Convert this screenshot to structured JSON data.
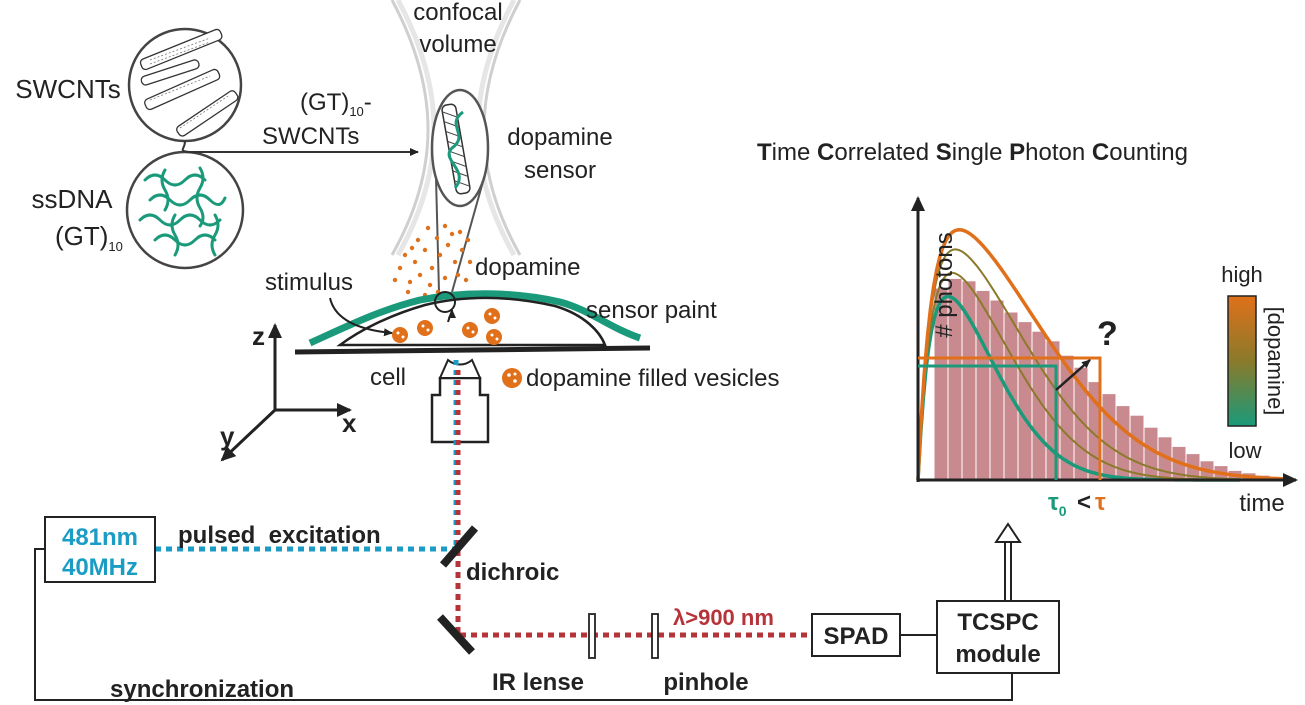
{
  "labels": {
    "confocal_line1": "confocal",
    "confocal_line2": "volume",
    "swcnts": "SWCNTs",
    "gt10_swcnts_line1": "(GT)",
    "gt10_swcnts_sub": "10",
    "gt10_swcnts_dash": "-",
    "gt10_swcnts_line2": "SWCNTs",
    "ssdna_line1": "ssDNA",
    "ssdna_line2": "(GT)",
    "ssdna_sub": "10",
    "dopamine_sensor_line1": "dopamine",
    "dopamine_sensor_line2": "sensor",
    "dopamine": "dopamine",
    "stimulus": "stimulus",
    "sensor_paint": "sensor paint",
    "cell": "cell",
    "vesicles": "dopamine filled vesicles",
    "axis_z": "z",
    "axis_x": "x",
    "axis_y": "y",
    "laser_line1": "481nm",
    "laser_line2": "40MHz",
    "pulsed_excitation": "pulsed  excitation",
    "dichroic": "dichroic",
    "wavelength": "λ>900 nm",
    "spad": "SPAD",
    "tcspc_line1": "TCSPC",
    "tcspc_line2": "module",
    "ir_lense": "IR lense",
    "pinhole": "pinhole",
    "synchronization": "synchronization"
  },
  "tcspc_title": [
    {
      "initial": "T",
      "rest": "ime "
    },
    {
      "initial": "C",
      "rest": "orrelated "
    },
    {
      "initial": "S",
      "rest": "ingle "
    },
    {
      "initial": "P",
      "rest": "hoton "
    },
    {
      "initial": "C",
      "rest": "ounting"
    }
  ],
  "chart": {
    "ylabel": "# photons",
    "xlabel": "time",
    "question": "?",
    "tau0": "τ",
    "tau0_sub": "0",
    "lt": "<",
    "tau": "τ",
    "colorbar_high": "high",
    "colorbar_low": "low",
    "colorbar_label": "[dopamine]"
  },
  "colors": {
    "green": "#1a9a7a",
    "orange": "#e0701a",
    "olive": "#8a7a2a",
    "blue": "#1b9cc4",
    "red": "#b5343a",
    "hist": "#c98a8f"
  },
  "histogram_counts": [
    0.8,
    0.84,
    0.83,
    0.79,
    0.75,
    0.7,
    0.66,
    0.62,
    0.58,
    0.52,
    0.47,
    0.41,
    0.36,
    0.31,
    0.27,
    0.22,
    0.18,
    0.14,
    0.11,
    0.08,
    0.06,
    0.04,
    0.03,
    0.02
  ]
}
